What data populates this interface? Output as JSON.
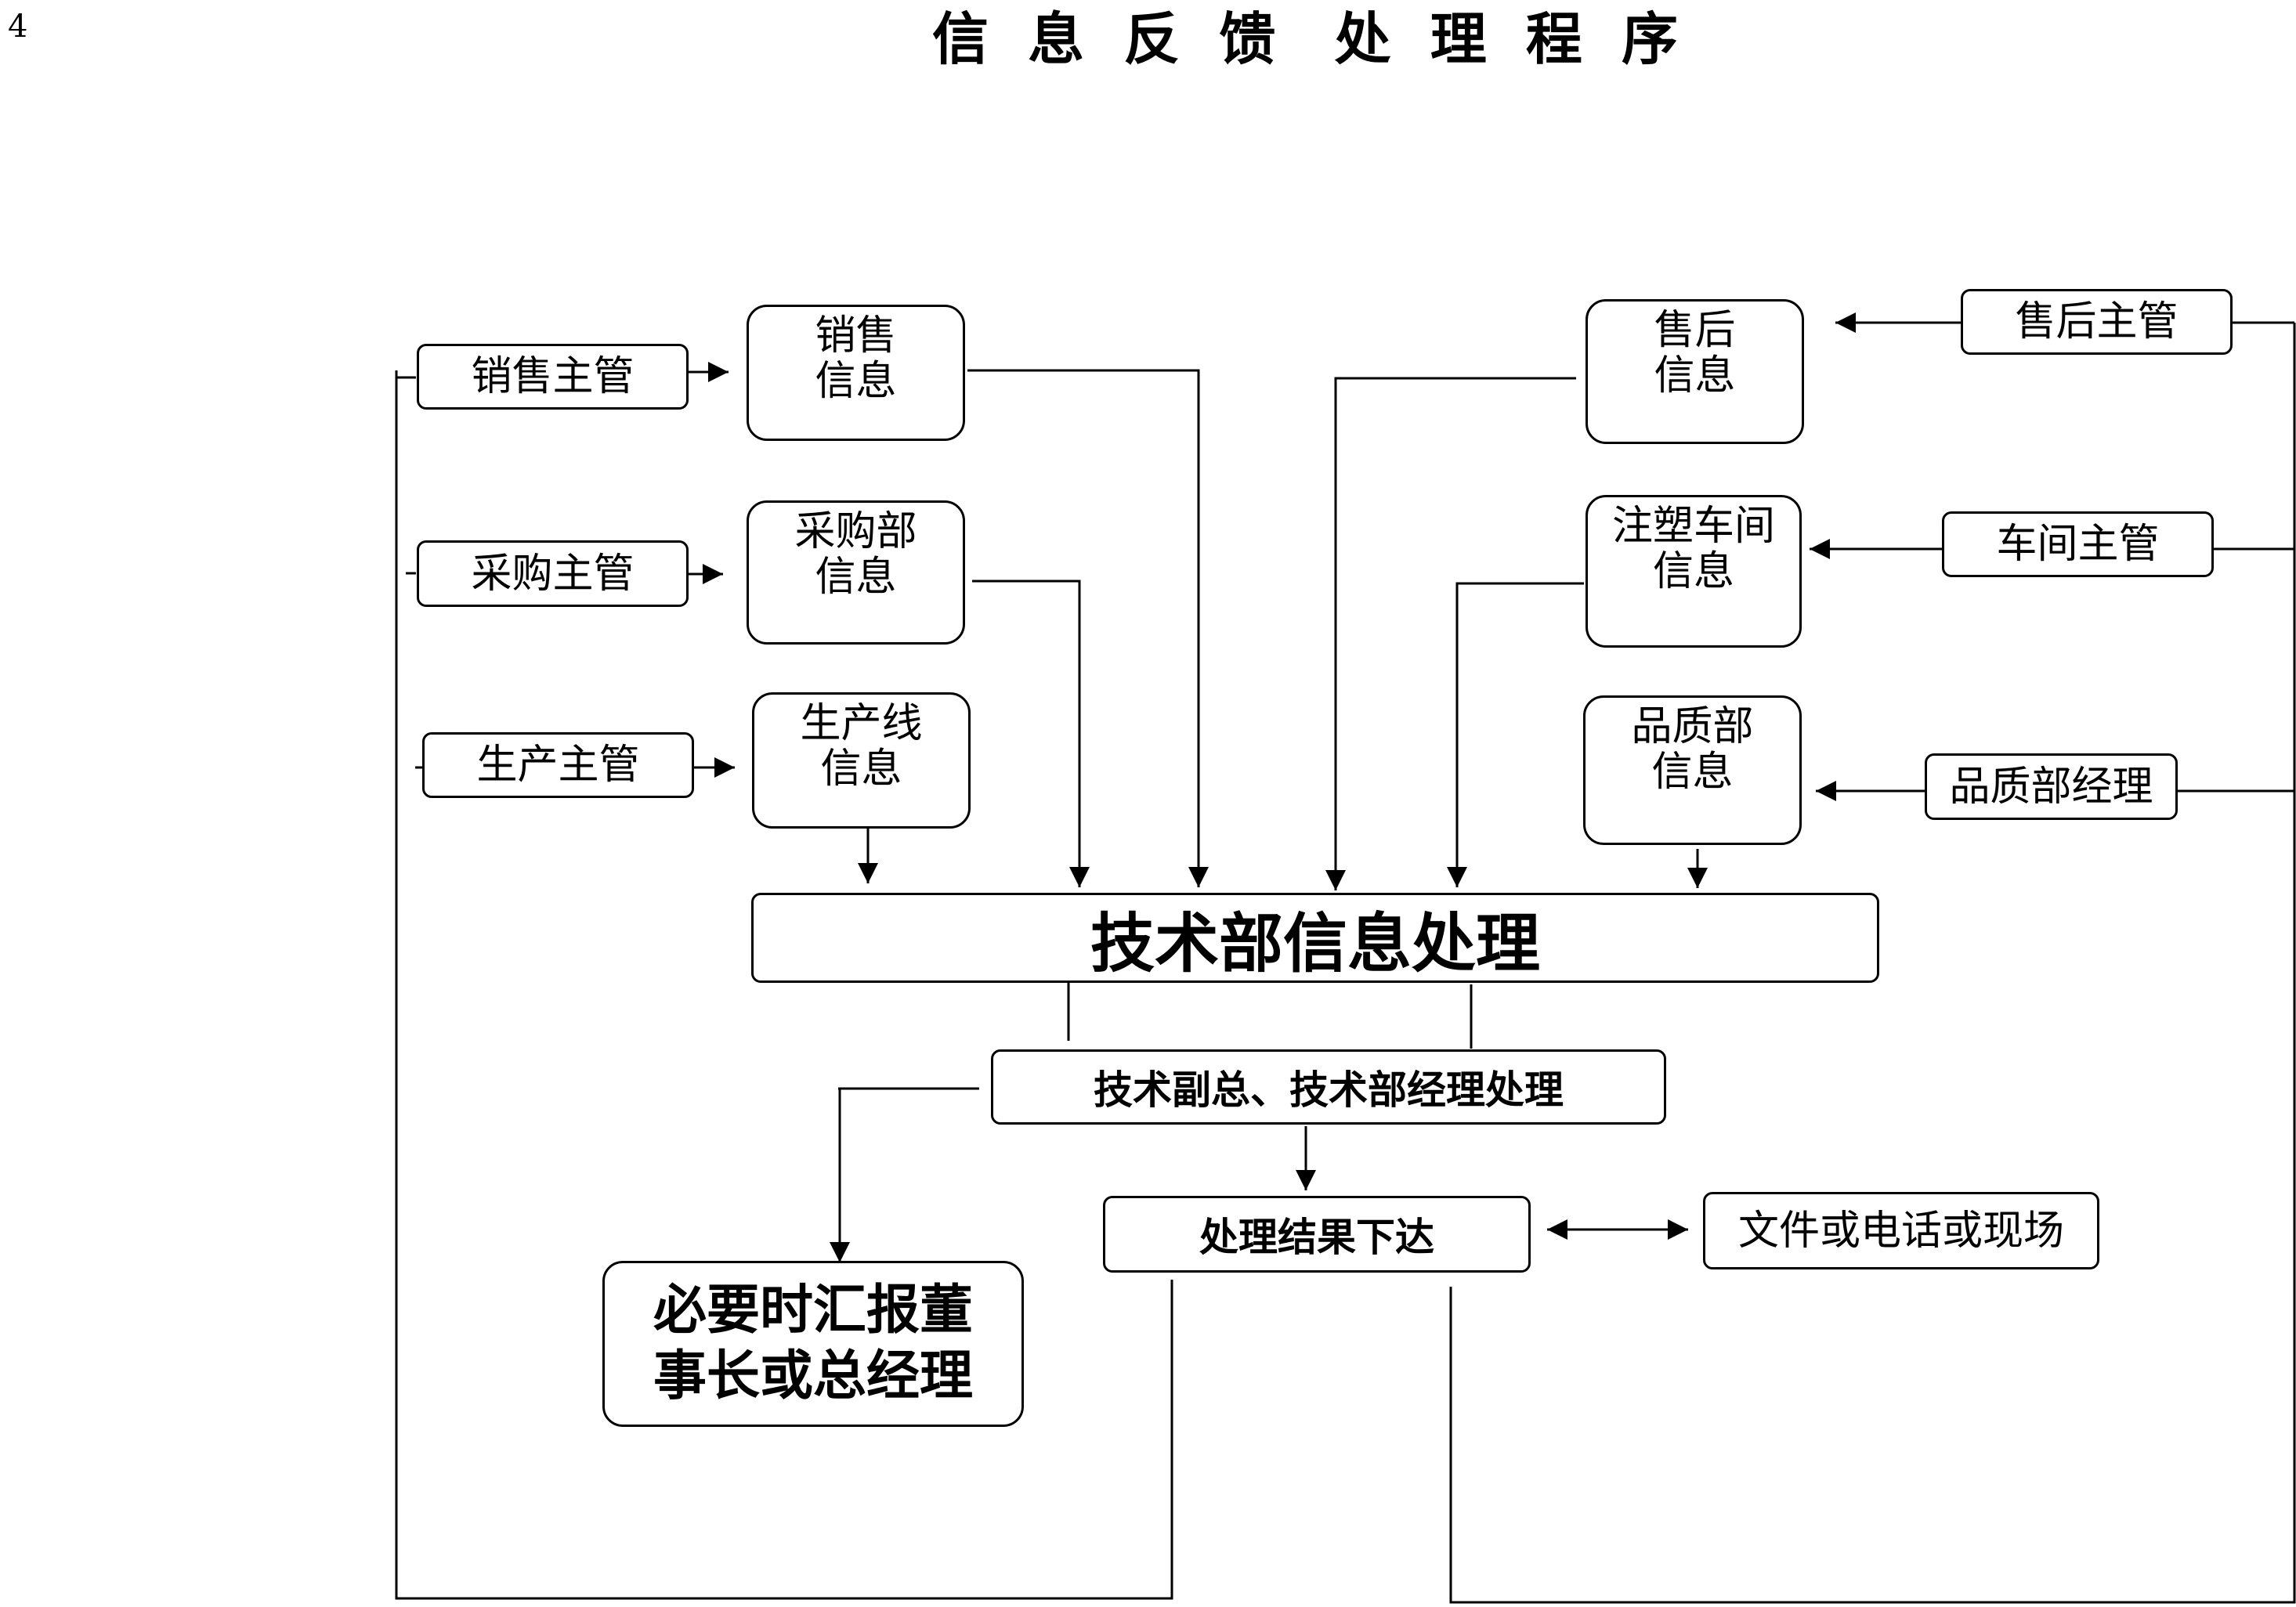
{
  "page_number": "4",
  "title": "信  息  反  馈   处  理  程  序",
  "left": {
    "managers": [
      "销售主管",
      "采购主管",
      "生产主管"
    ],
    "info": [
      "销售\n信息",
      "采购部\n信息",
      "生产线\n信息"
    ]
  },
  "right": {
    "managers": [
      "售后主管",
      "车间主管",
      "品质部经理"
    ],
    "info": [
      "售后\n信息",
      "注塑车间\n信息",
      "品质部\n信息"
    ]
  },
  "center": {
    "main": "技术部信息处理",
    "deputy": "技术副总、技术部经理处理",
    "result": "处理结果下达",
    "channel": "文件或电话或现场",
    "report": "必要时汇报董\n事长或总经理"
  }
}
